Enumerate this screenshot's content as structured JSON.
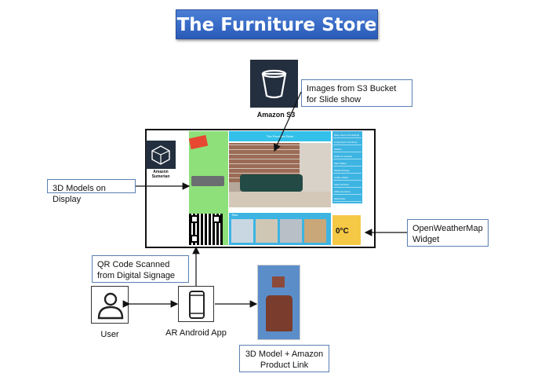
{
  "title": "The Furniture Store",
  "s3": {
    "label": "Amazon S3",
    "callout": "Images from S3 Bucket for Slide show"
  },
  "sumerian": {
    "label": "Amazon Sumerian",
    "callout": "3D Models on Display"
  },
  "weather": {
    "callout": "OpenWeatherMap Widget",
    "temp": "0°C"
  },
  "qr": {
    "callout": "QR Code Scanned from Digital Signage"
  },
  "user": {
    "label": "User"
  },
  "app": {
    "label": "AR Android App"
  },
  "product": {
    "callout": "3D Model + Amazon Product Link"
  },
  "screen": {
    "header": "The Furniture Store",
    "tiles_header": "Tiles",
    "menu": [
      "Shop Home Furnishings",
      "Living Room Furniture",
      "Kitchen",
      "Sofas & Couches",
      "Side Tables",
      "Media Storage",
      "Coffee Tables",
      "Sofa Furniture",
      "Office Furniture",
      "Wardrobes"
    ]
  },
  "colors": {
    "accent": "#33c1ea",
    "title_bg": "#3a6fce",
    "aws_dark": "#232f3e"
  }
}
